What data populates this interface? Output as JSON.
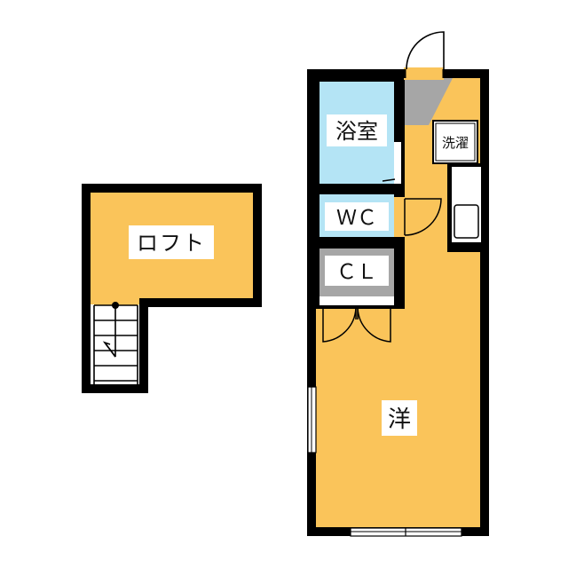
{
  "floorplan": {
    "loft": {
      "label": "ロフト"
    },
    "bath": {
      "label": "浴室"
    },
    "toilet": {
      "label": "ＷＣ"
    },
    "closet": {
      "label": "ＣＬ"
    },
    "western_room": {
      "label": "洋"
    },
    "washer": {
      "label": "洗濯"
    }
  },
  "colors": {
    "wall": "#000000",
    "room_fill": "#fac45a",
    "bath_fill": "#b4e4f5",
    "fixture_gray": "#a6a6a6",
    "label_bg": "#ffffff"
  }
}
